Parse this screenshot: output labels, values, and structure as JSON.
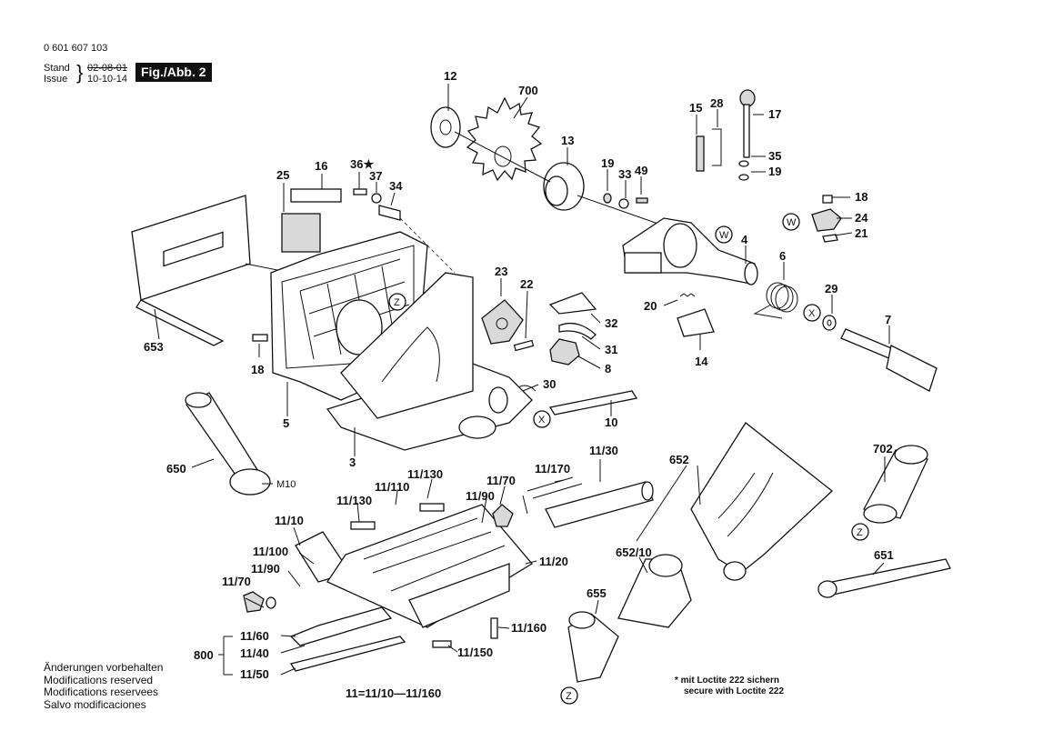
{
  "header": {
    "part_number": "0 601 607 103",
    "stand_label": "Stand",
    "issue_label": "Issue",
    "stand_date": "02-08-01",
    "issue_date": "10-10-14",
    "figure_label": "Fig./Abb. 2"
  },
  "notes": {
    "line1": "Änderungen vorbehalten",
    "line2": "Modifications reserved",
    "line3": "Modifications reservees",
    "line4": "Salvo modificaciones"
  },
  "loctite": {
    "line1": "* mit Loctite 222 sichern",
    "line2": "secure with Loctite 222"
  },
  "formula": "11=11/10—11/160",
  "group_label": "800",
  "labels": {
    "l12": "12",
    "l700": "700",
    "l13": "13",
    "l15": "15",
    "l28": "28",
    "l17": "17",
    "l35": "35",
    "l19a": "19",
    "l19b": "19",
    "l33": "33",
    "l49": "49",
    "l16": "16",
    "l25": "25",
    "l36": "36★",
    "l37": "37",
    "l34": "34",
    "l18a": "18",
    "l24": "24",
    "l21": "21",
    "l4": "4",
    "l6": "6",
    "l29": "29",
    "l7": "7",
    "l23": "23",
    "l22": "22",
    "l20": "20",
    "l14": "14",
    "l32": "32",
    "l31": "31",
    "l8": "8",
    "l30": "30",
    "l10": "10",
    "l653": "653",
    "l18b": "18",
    "l5": "5",
    "l3": "3",
    "l650": "650",
    "lM10": "M10",
    "l702": "702",
    "l651": "651",
    "l652": "652",
    "l652_10": "652/10",
    "l655": "655",
    "l11_130a": "11/130",
    "l11_110": "11/110",
    "l11_130b": "11/130",
    "l11_70a": "11/70",
    "l11_90a": "11/90",
    "l11_170": "11/170",
    "l11_30": "11/30",
    "l11_10": "11/10",
    "l11_100": "11/100",
    "l11_90b": "11/90",
    "l11_70b": "11/70",
    "l11_20": "11/20",
    "l11_60": "11/60",
    "l11_40": "11/40",
    "l11_50": "11/50",
    "l11_160": "11/160",
    "l11_150": "11/150",
    "cW1": "W",
    "cW2": "W",
    "cX1": "X",
    "cX2": "X",
    "cZ1": "Z",
    "cZ2": "Z",
    "cZ3": "Z"
  }
}
